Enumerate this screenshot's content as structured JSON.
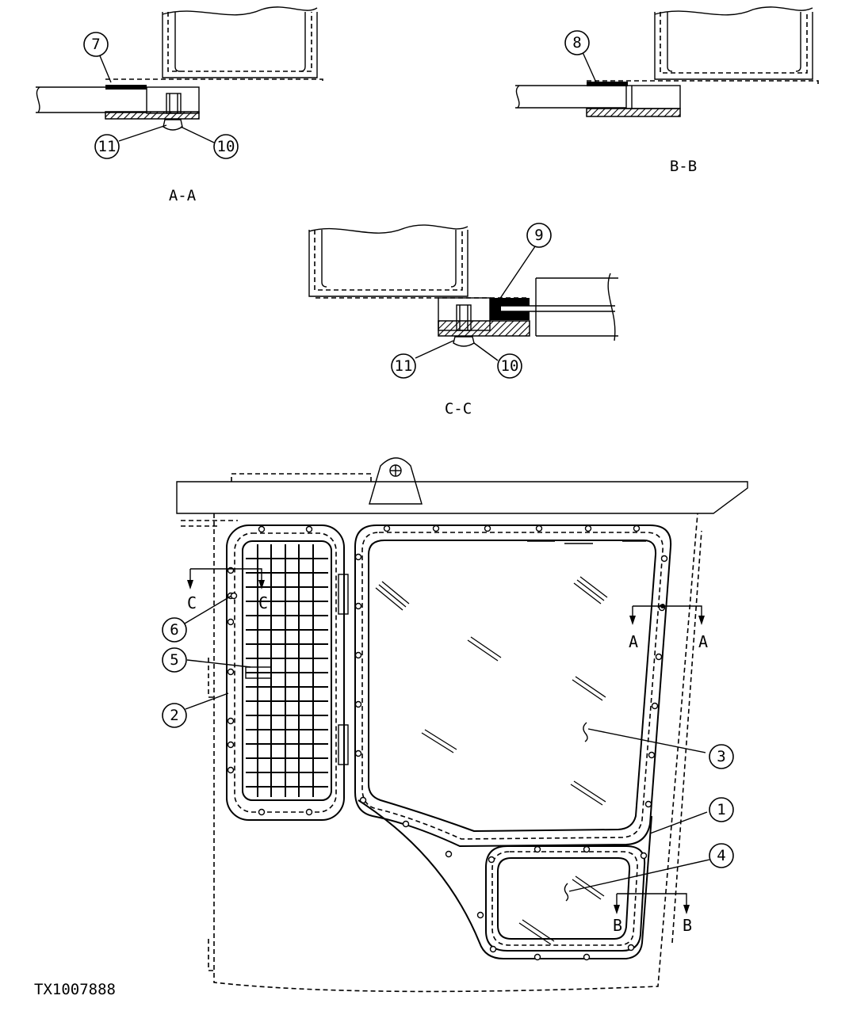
{
  "callouts": {
    "c1": "1",
    "c2": "2",
    "c3": "3",
    "c4": "4",
    "c5": "5",
    "c6": "6",
    "c7": "7",
    "c8": "8",
    "c9": "9",
    "c10a": "10",
    "c11a": "11",
    "c10c": "10",
    "c11c": "11"
  },
  "sections": {
    "aa_title": "A-A",
    "bb_title": "B-B",
    "cc_title": "C-C",
    "a_left": "A",
    "a_right": "A",
    "b_left": "B",
    "b_right": "B",
    "c_left": "C",
    "c_right": "C"
  },
  "figure_id": "TX1007888"
}
